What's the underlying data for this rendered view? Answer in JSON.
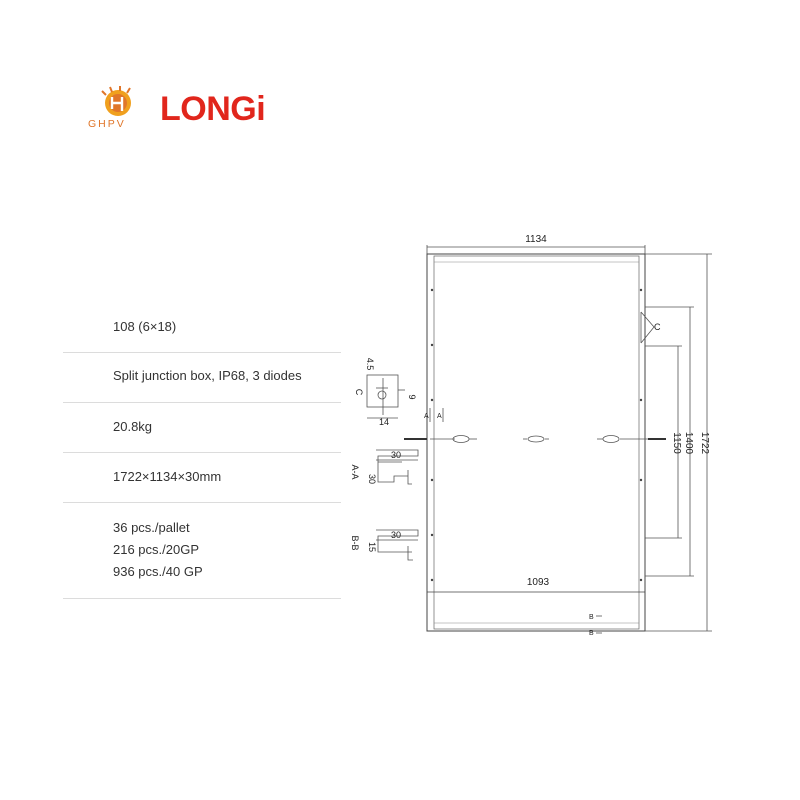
{
  "brand": {
    "ghpv": "GHPV",
    "longi": "LONGi",
    "colors": {
      "ghpv": "#e0762a",
      "longi": "#e1261c"
    }
  },
  "specs": {
    "cells": "108 (6×18)",
    "junction_box": "Split junction box, IP68, 3 diodes",
    "weight": "20.8kg",
    "dimensions": "1722×1134×30mm",
    "packaging": [
      "36 pcs./pallet",
      "216 pcs./20GP",
      "936 pcs./40 GP"
    ]
  },
  "drawing": {
    "width": "1134",
    "inner_width": "1093",
    "height": "1722",
    "mount_1400": "1400",
    "mount_1150": "1150",
    "detail_c": "C",
    "label_c_detail": "C",
    "dim_45": "4.5",
    "dim_9": "9",
    "dim_14": "14",
    "section_a": "A",
    "section_aa": "A-A",
    "dim_aa_30_top": "30",
    "dim_aa_30_side": "30",
    "section_b": "B",
    "section_bb": "B-B",
    "dim_bb_30": "30",
    "dim_bb_15": "15"
  }
}
